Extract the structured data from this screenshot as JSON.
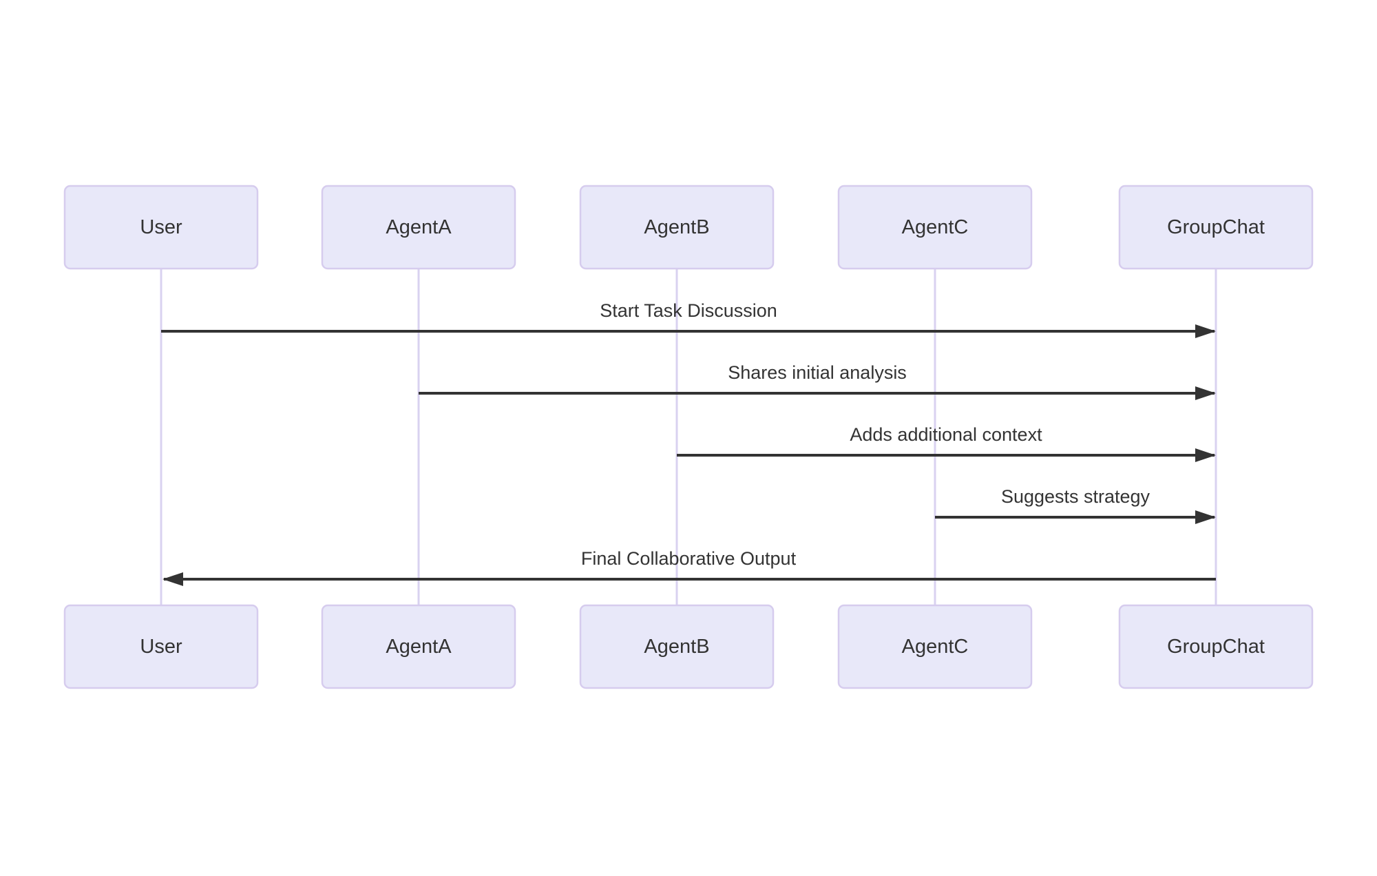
{
  "diagram": {
    "type": "sequence-diagram",
    "background_color": "#ffffff",
    "colors": {
      "actor_fill": "#e8e8f9",
      "actor_border": "#d6ccee",
      "lifeline": "#d9d2f0",
      "line": "#333333",
      "text": "#333333"
    },
    "participants": [
      {
        "id": "user",
        "name": "User"
      },
      {
        "id": "agent-a",
        "name": "AgentA"
      },
      {
        "id": "agent-b",
        "name": "AgentB"
      },
      {
        "id": "agent-c",
        "name": "AgentC"
      },
      {
        "id": "groupchat",
        "name": "GroupChat"
      }
    ],
    "messages": [
      {
        "from": "User",
        "to": "GroupChat",
        "label": "Start Task Discussion",
        "arrow": "solid-right"
      },
      {
        "from": "AgentA",
        "to": "GroupChat",
        "label": "Shares initial analysis",
        "arrow": "solid-right"
      },
      {
        "from": "AgentB",
        "to": "GroupChat",
        "label": "Adds additional context",
        "arrow": "solid-right"
      },
      {
        "from": "AgentC",
        "to": "GroupChat",
        "label": "Suggests strategy",
        "arrow": "solid-right"
      },
      {
        "from": "GroupChat",
        "to": "User",
        "label": "Final Collaborative Output",
        "arrow": "solid-left"
      }
    ]
  }
}
